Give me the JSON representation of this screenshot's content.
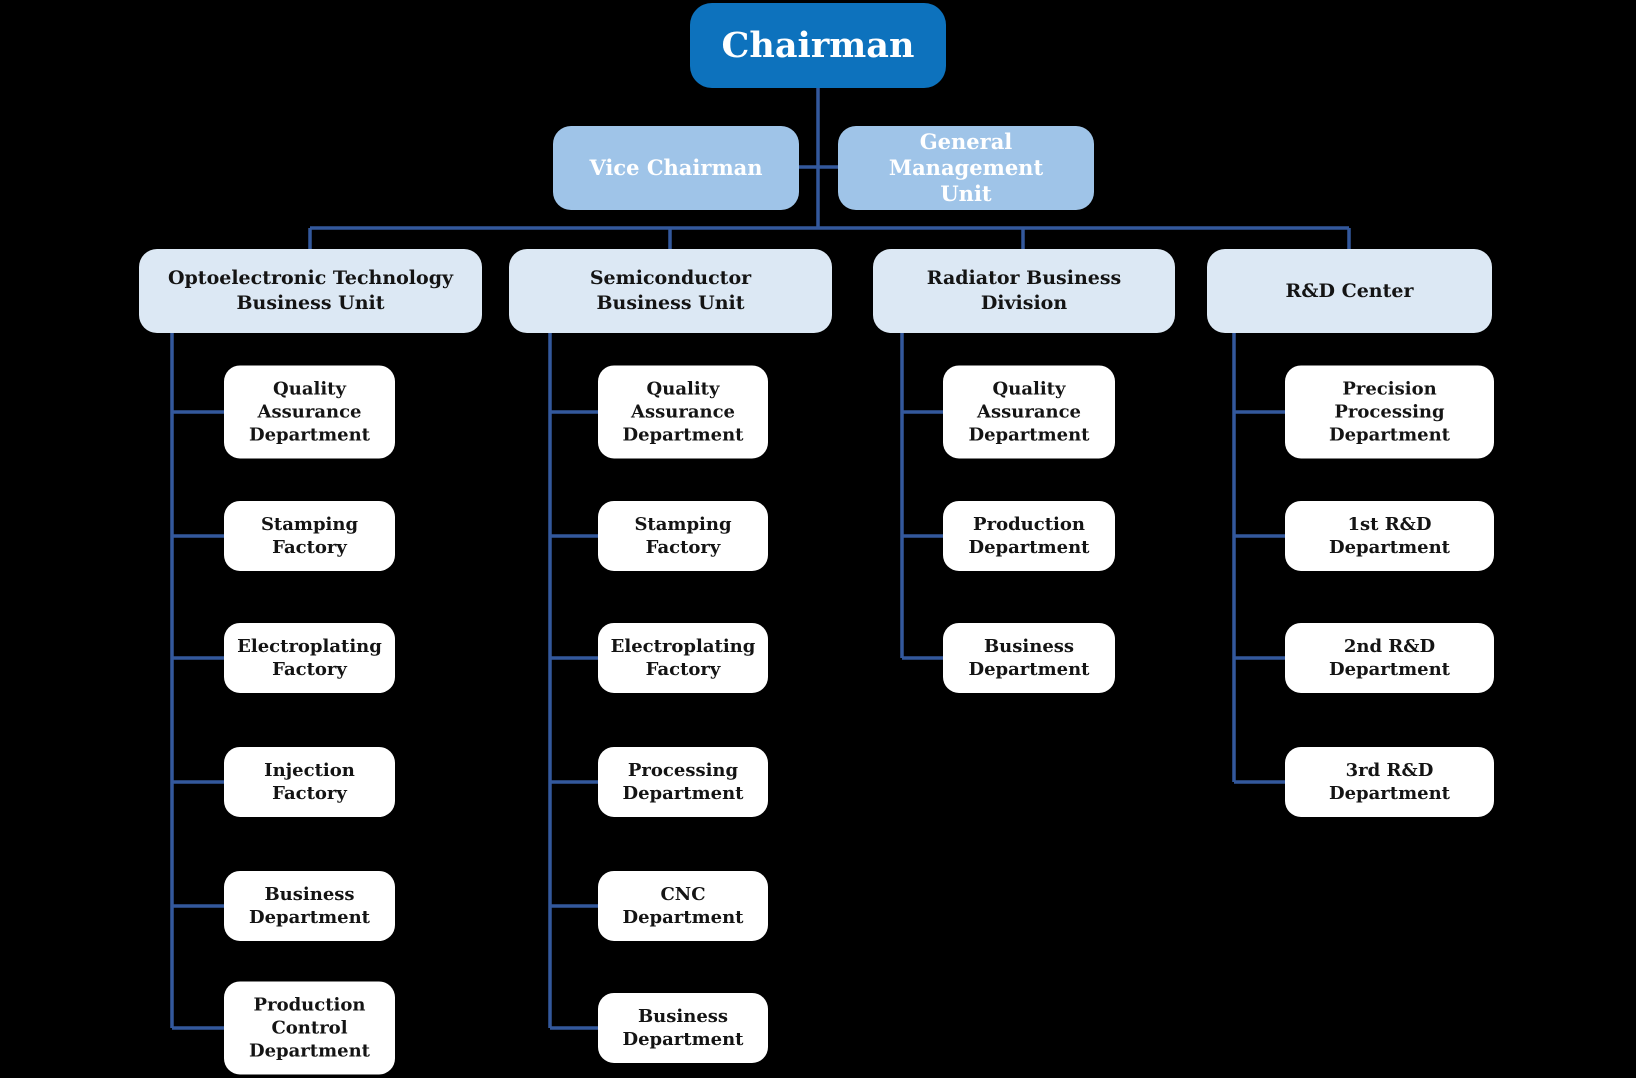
{
  "colors": {
    "background": "#000000",
    "chairman_bg": "#0D72BD",
    "deputy_bg": "#9FC4E8",
    "branch_bg": "#DCE8F4",
    "child_bg": "#FFFFFF",
    "connector": "#33589C",
    "text_light": "#FFFFFF",
    "text_dark": "#141414"
  },
  "root": {
    "label": "Chairman"
  },
  "deputies": [
    {
      "label": "Vice Chairman"
    },
    {
      "label": "General Management Unit"
    }
  ],
  "branches": [
    {
      "label": "Optoelectronic Technology Business Unit",
      "children": [
        "Quality Assurance Department",
        "Stamping Factory",
        "Electroplating Factory",
        "Injection Factory",
        "Business Department",
        "Production Control Department"
      ]
    },
    {
      "label": "Semiconductor Business Unit",
      "children": [
        "Quality Assurance Department",
        "Stamping Factory",
        "Electroplating Factory",
        "Processing Department",
        "CNC Department",
        "Business Department"
      ]
    },
    {
      "label": "Radiator Business Division",
      "children": [
        "Quality Assurance Department",
        "Production Department",
        "Business Department"
      ]
    },
    {
      "label": "R&D Center",
      "children": [
        "Precision Processing Department",
        "1st R&D Department",
        "2nd R&D Department",
        "3rd R&D Department"
      ]
    }
  ]
}
